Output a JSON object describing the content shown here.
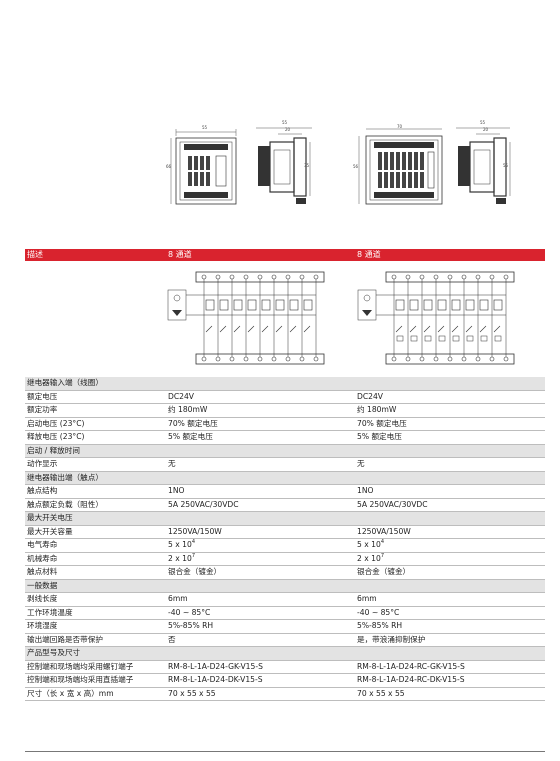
{
  "header": {
    "col0": "描述",
    "col1": "8 通道",
    "col2": "8 通道"
  },
  "dimensions": {
    "left_front": {
      "width": "55",
      "height": "66"
    },
    "left_side": {
      "width": "55",
      "inner": "20",
      "height": "35"
    },
    "right_front": {
      "width": "70",
      "height": "56"
    },
    "right_side": {
      "width": "55",
      "inner": "20",
      "height": "55"
    }
  },
  "rows": [
    {
      "section": true,
      "label": "继电器输入端（线圈）"
    },
    {
      "label": "额定电压",
      "a": "DC24V",
      "b": "DC24V"
    },
    {
      "label": "额定功率",
      "a": "约 180mW",
      "b": "约 180mW"
    },
    {
      "label": "启动电压 (23°C)",
      "a": "70% 额定电压",
      "b": "70% 额定电压"
    },
    {
      "label": "释放电压 (23°C)",
      "a": "5% 额定电压",
      "b": "5% 额定电压"
    },
    {
      "section": true,
      "label": "启动 / 释放时间"
    },
    {
      "label": "动作显示",
      "a": "无",
      "b": "无"
    },
    {
      "section": true,
      "label": "继电器输出端（触点）"
    },
    {
      "label": "触点结构",
      "a": "1NO",
      "b": "1NO"
    },
    {
      "label": "触点额定负载（阻性）",
      "a": "5A 250VAC/30VDC",
      "b": "5A 250VAC/30VDC"
    },
    {
      "section": true,
      "label": "最大开关电压"
    },
    {
      "label": "最大开关容量",
      "a": "1250VA/150W",
      "b": "1250VA/150W"
    },
    {
      "label": "电气寿命",
      "a": "5 x 10",
      "a_sup": "4",
      "b": "5 x 10",
      "b_sup": "4"
    },
    {
      "label": "机械寿命",
      "a": "2 x 10",
      "a_sup": "7",
      "b": "2 x 10",
      "b_sup": "7"
    },
    {
      "label": "触点材料",
      "a": "银合金（镀金）",
      "b": "银合金（镀金）"
    },
    {
      "section": true,
      "label": "一般数据"
    },
    {
      "label": "剥线长度",
      "a": "6mm",
      "b": "6mm"
    },
    {
      "label": "工作环境温度",
      "a": "-40 ~ 85°C",
      "b": "-40 ~ 85°C"
    },
    {
      "label": "环境湿度",
      "a": "5%-85% RH",
      "b": "5%-85% RH"
    },
    {
      "label": "输出端回路是否带保护",
      "a": "否",
      "b": "是，带浪涌抑制保护"
    },
    {
      "section": true,
      "label": "产品型号及尺寸"
    },
    {
      "label": "控制端和现场端均采用螺钉端子",
      "a": "RM-8-L-1A-D24-GK-V15-S",
      "b": "RM-8-L-1A-D24-RC-GK-V15-S"
    },
    {
      "label": "控制端和现场端均采用直插端子",
      "a": "RM-8-L-1A-D24-DK-V15-S",
      "b": "RM-8-L-1A-D24-RC-DK-V15-S"
    },
    {
      "label": "尺寸（长 x 宽 x 高）mm",
      "a": "70 x 55 x 55",
      "b": "70 x 55 x 55"
    }
  ]
}
